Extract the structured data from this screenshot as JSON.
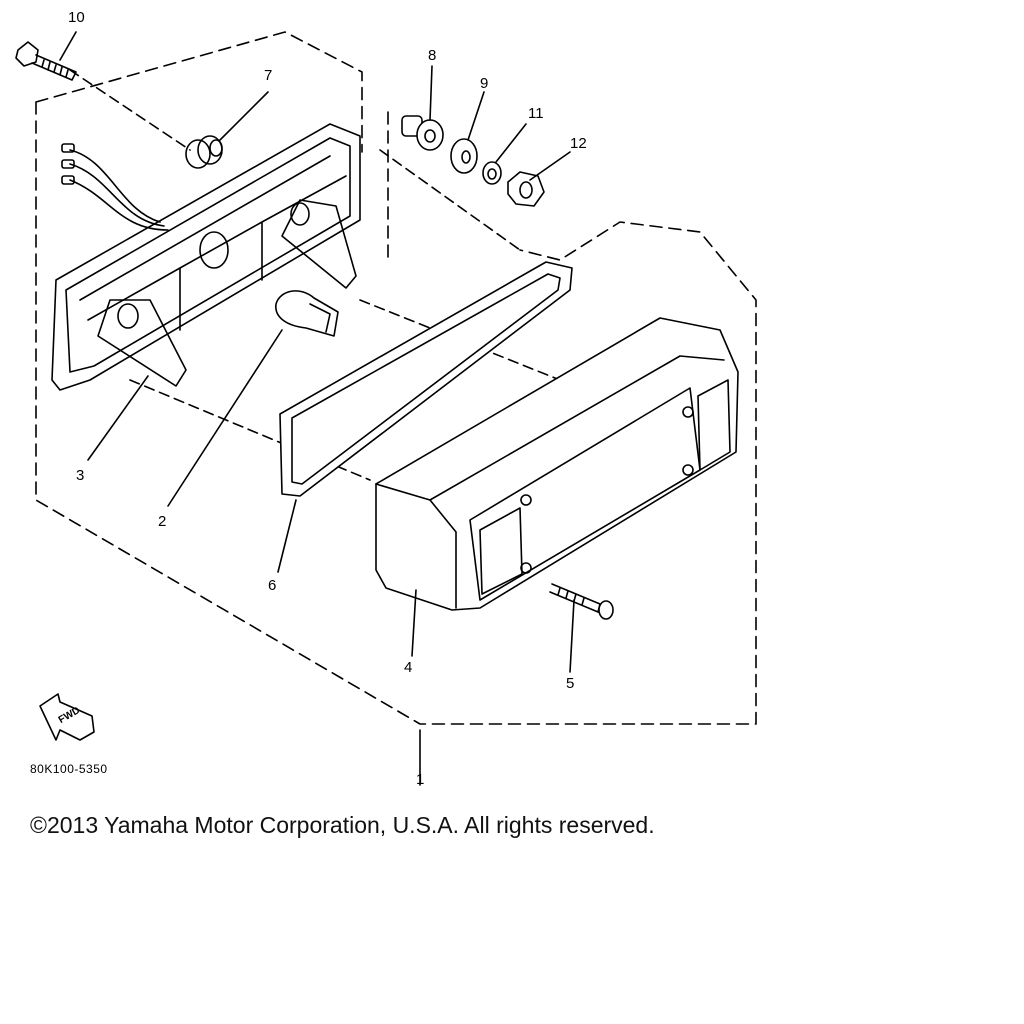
{
  "callouts": {
    "c1": "1",
    "c2": "2",
    "c3": "3",
    "c4": "4",
    "c5": "5",
    "c6": "6",
    "c7": "7",
    "c8": "8",
    "c9": "9",
    "c10": "10",
    "c11": "11",
    "c12": "12"
  },
  "direction_marker": "FWD",
  "diagram_code": "80K100-5350",
  "copyright": "©2013 Yamaha Motor Corporation, U.S.A. All rights reserved."
}
